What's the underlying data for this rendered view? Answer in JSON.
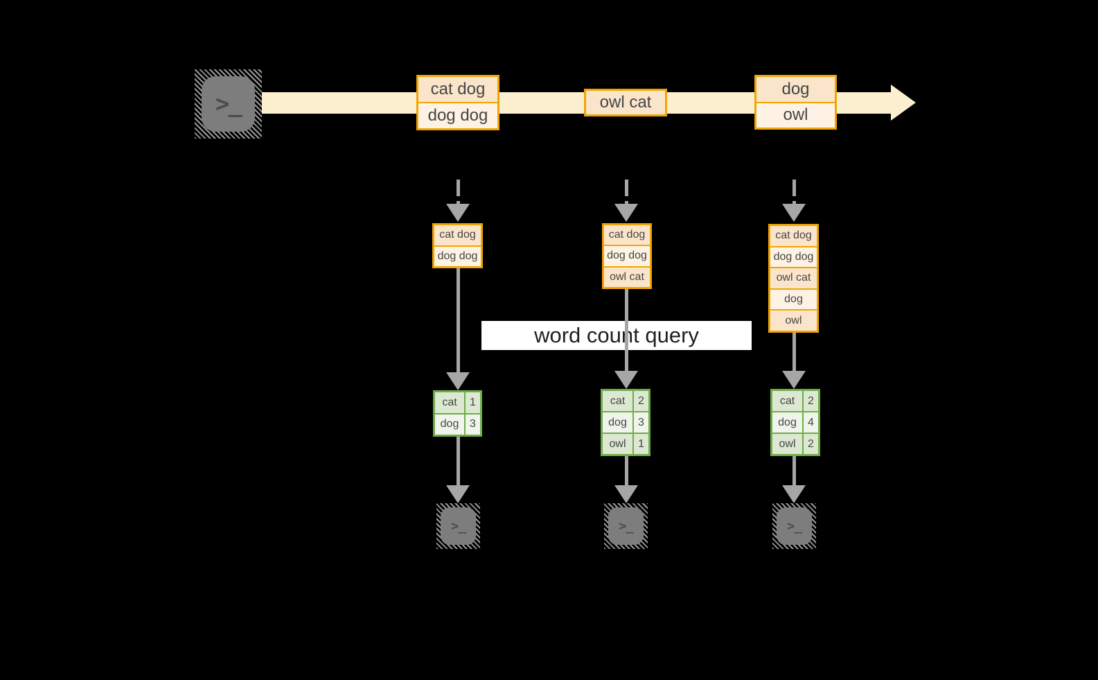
{
  "icons": {
    "terminal_glyph": ">_"
  },
  "stream": {
    "batches": [
      {
        "lines": [
          "cat dog",
          "dog dog"
        ]
      },
      {
        "lines": [
          "owl cat"
        ]
      },
      {
        "lines": [
          "dog",
          "owl"
        ]
      }
    ]
  },
  "query_banner": {
    "label": "word count query"
  },
  "columns": [
    {
      "state_lines": [
        "cat dog",
        "dog dog"
      ],
      "counts": [
        {
          "word": "cat",
          "count": "1"
        },
        {
          "word": "dog",
          "count": "3"
        }
      ]
    },
    {
      "state_lines": [
        "cat dog",
        "dog dog",
        "owl cat"
      ],
      "counts": [
        {
          "word": "cat",
          "count": "2"
        },
        {
          "word": "dog",
          "count": "3"
        },
        {
          "word": "owl",
          "count": "1"
        }
      ]
    },
    {
      "state_lines": [
        "cat dog",
        "dog dog",
        "owl cat",
        "dog",
        "owl"
      ],
      "counts": [
        {
          "word": "cat",
          "count": "2"
        },
        {
          "word": "dog",
          "count": "4"
        },
        {
          "word": "owl",
          "count": "2"
        }
      ]
    }
  ],
  "colors": {
    "background": "#000000",
    "stream-fill": "#FBEFCF",
    "orange-border": "#F0A500",
    "peach-dark": "#FAE5CB",
    "peach-light": "#FDF2E3",
    "green-border": "#6FAD47",
    "sage-dark": "#DCE8D1",
    "sage-light": "#F0F5EB",
    "arrow-gray": "#A6A6A6",
    "terminal-gray": "#7D7D7D",
    "terminal-glyph": "#4C4C4C",
    "cell-text": "#454545",
    "banner-bg": "#FFFFFF",
    "banner-text": "#1F1F1F"
  }
}
